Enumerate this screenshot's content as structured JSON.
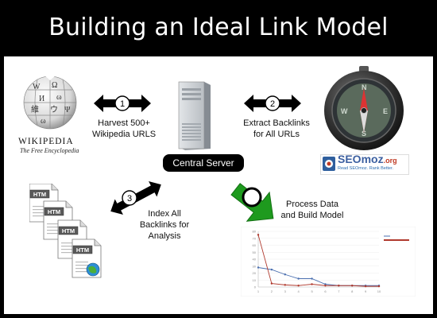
{
  "title": "Building an Ideal Link Model",
  "steps": [
    {
      "number": "1",
      "label_lines": [
        "Harvest 500+",
        "Wikipedia URLS"
      ]
    },
    {
      "number": "2",
      "label_lines": [
        "Extract Backlinks",
        "for All URLs"
      ]
    },
    {
      "number": "3",
      "label_lines": [
        "Index All",
        "Backlinks for",
        "Analysis"
      ]
    }
  ],
  "central_server": "Central Server",
  "process": {
    "label_lines": [
      "Process Data",
      "and Build Model"
    ]
  },
  "wikipedia": {
    "name": "WIKIPEDIA",
    "tagline": "The Free Encyclopedia"
  },
  "seomoz": {
    "name": "SEOmoz",
    "suffix": ".org",
    "tagline": "Read SEOmoz. Rank Better."
  },
  "files": [
    {
      "label": "HTM"
    },
    {
      "label": "HTM"
    },
    {
      "label": "HTM"
    },
    {
      "label": "HTM"
    }
  ],
  "colors": {
    "arrow_green": "#1e9a1e",
    "series_blue": "#4a6fb0",
    "series_red": "#b03a2e"
  },
  "chart_data": {
    "type": "line",
    "x": [
      1,
      2,
      3,
      4,
      5,
      6,
      7,
      8,
      9,
      10
    ],
    "series": [
      {
        "values": [
          28,
          25,
          18,
          12,
          12,
          4,
          2,
          2,
          2,
          2
        ]
      },
      {
        "values": [
          75,
          5,
          3,
          2,
          4,
          2,
          2,
          2,
          1,
          1
        ]
      }
    ],
    "ylim": [
      0,
      80
    ],
    "ytick_labels": [
      "0",
      "10",
      "20",
      "30",
      "40",
      "50",
      "60",
      "70",
      "80"
    ],
    "xtick_labels": [
      "1",
      "2",
      "3",
      "4",
      "5",
      "6",
      "7",
      "8",
      "9",
      "10"
    ],
    "grid": true,
    "legend_placement": "right"
  }
}
